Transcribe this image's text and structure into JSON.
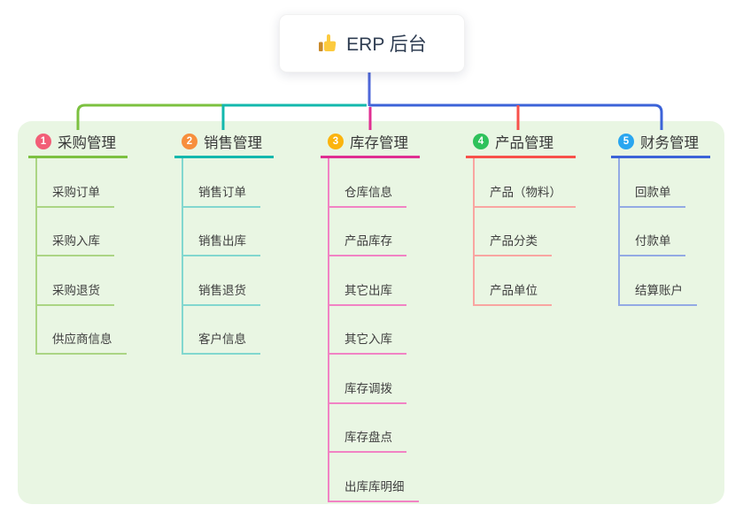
{
  "root": {
    "label": "ERP 后台",
    "icon": "thumbs-up-icon",
    "line_color": "#4f68d9"
  },
  "canvas": {
    "background_color": "#e9f6e3"
  },
  "branches": [
    {
      "num": "1",
      "title": "采购管理",
      "badge_color": "#f25e77",
      "line_color": "#7cc140",
      "child_line_color": "#abd584",
      "children": [
        "采购订单",
        "采购入库",
        "采购退货",
        "供应商信息"
      ]
    },
    {
      "num": "2",
      "title": "销售管理",
      "badge_color": "#f78f3d",
      "line_color": "#13b8ad",
      "child_line_color": "#82d7cf",
      "children": [
        "销售订单",
        "销售出库",
        "销售退货",
        "客户信息"
      ]
    },
    {
      "num": "3",
      "title": "库存管理",
      "badge_color": "#fbb40e",
      "line_color": "#e02f92",
      "child_line_color": "#f183c4",
      "children": [
        "仓库信息",
        "产品库存",
        "其它出库",
        "其它入库",
        "库存调拨",
        "库存盘点",
        "出库库明细"
      ]
    },
    {
      "num": "4",
      "title": "产品管理",
      "badge_color": "#2fc25b",
      "line_color": "#f8514b",
      "child_line_color": "#f9a5a1",
      "children": [
        "产品（物料）",
        "产品分类",
        "产品单位"
      ]
    },
    {
      "num": "5",
      "title": "财务管理",
      "badge_color": "#29a6f0",
      "line_color": "#3c63d8",
      "child_line_color": "#93aae4",
      "children": [
        "回款单",
        "付款单",
        "结算账户"
      ]
    }
  ]
}
